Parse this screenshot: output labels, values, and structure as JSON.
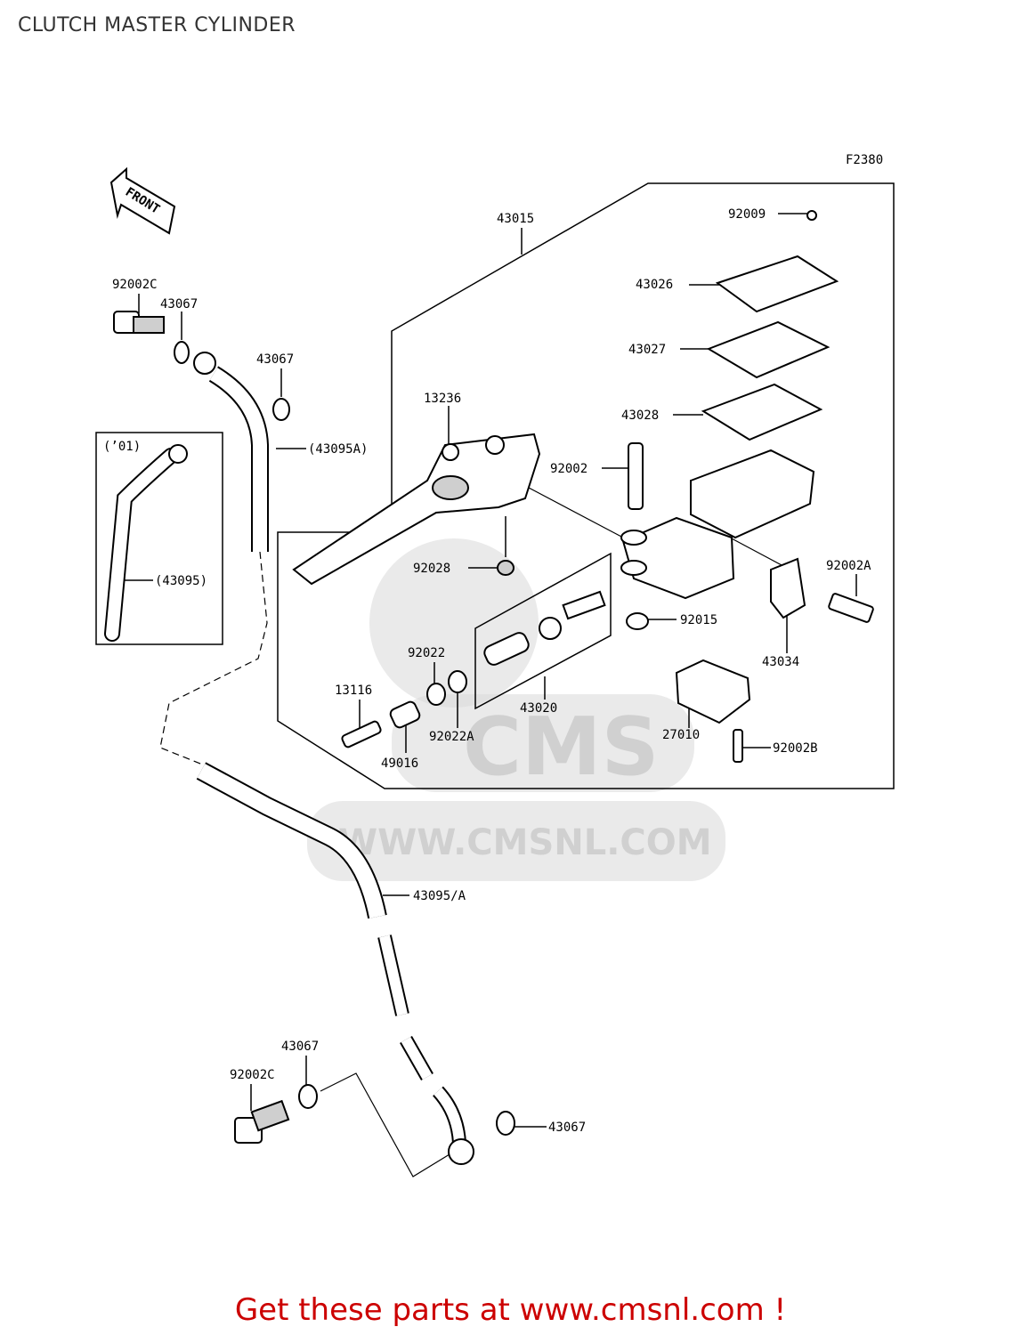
{
  "title": "CLUTCH MASTER CYLINDER",
  "figure_code": "F2380",
  "front_label": "FRONT",
  "year_label": "(’01)",
  "watermark": {
    "logo": "CMS",
    "url": "WWW.CMSNL.COM"
  },
  "footer": "Get these parts at www.cmsnl.com !",
  "parts": {
    "p43015": "43015",
    "p92009": "92009",
    "p43026": "43026",
    "p43027": "43027",
    "p43028": "43028",
    "p13236": "13236",
    "p92002": "92002",
    "p92002A": "92002A",
    "p92028": "92028",
    "p92015": "92015",
    "p43034": "43034",
    "p92022": "92022",
    "p13116": "13116",
    "p43020": "43020",
    "p92022A": "92022A",
    "p49016": "49016",
    "p27010": "27010",
    "p92002B": "92002B",
    "p92002C_top": "92002C",
    "p43067_a": "43067",
    "p43067_b": "43067",
    "p43095A_paren": "(43095A)",
    "p43095_paren": "(43095)",
    "p43095_A": "43095/A",
    "p43067_c": "43067",
    "p92002C_bottom": "92002C",
    "p43067_d": "43067"
  }
}
